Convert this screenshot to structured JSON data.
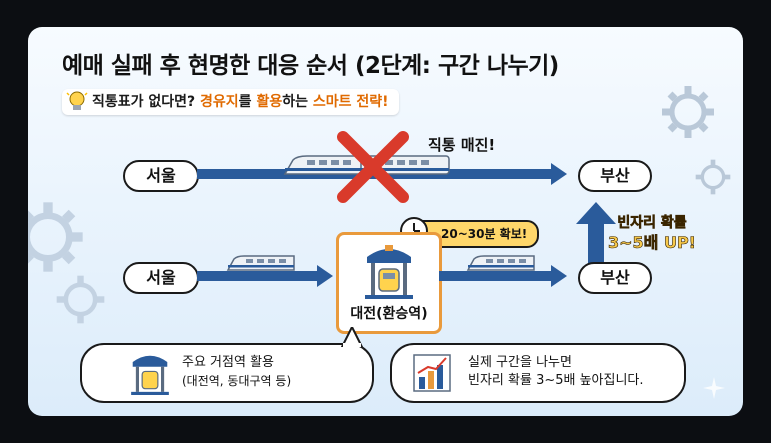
{
  "title": "예매 실패 후 현명한 대응 순서 (2단계: 구간 나누기)",
  "subtitle": {
    "part1": "직통표가 없다면? ",
    "highlight1": "경유지",
    "part2": "를 ",
    "highlight2": "활용",
    "part3": "하는 ",
    "highlight3": "스마트 전략!",
    "icon": "lightbulb-icon"
  },
  "top_route": {
    "from": "서울",
    "to": "부산",
    "status": "직통 매진!"
  },
  "bottom_route": {
    "from": "서울",
    "to": "부산",
    "transfer_station": "대전(환승역)",
    "time_badge": "20~30분 확보!"
  },
  "boost": {
    "line1": "빈자리 확률",
    "line2": "3~5배 UP!"
  },
  "tips": [
    {
      "line1": "주요 거점역 활용",
      "line2": "(대전역, 동대구역 등)",
      "icon": "station-icon"
    },
    {
      "line1": "실제 구간을 나누면",
      "line2": "빈자리 확률 3~5배 높아집니다.",
      "icon": "bar-chart-icon"
    }
  ],
  "colors": {
    "route": "#2a5b9b",
    "accent": "#e06a00",
    "station_border": "#e99a3c",
    "badge": "#ffd76a",
    "cross": "#d93a2b"
  }
}
